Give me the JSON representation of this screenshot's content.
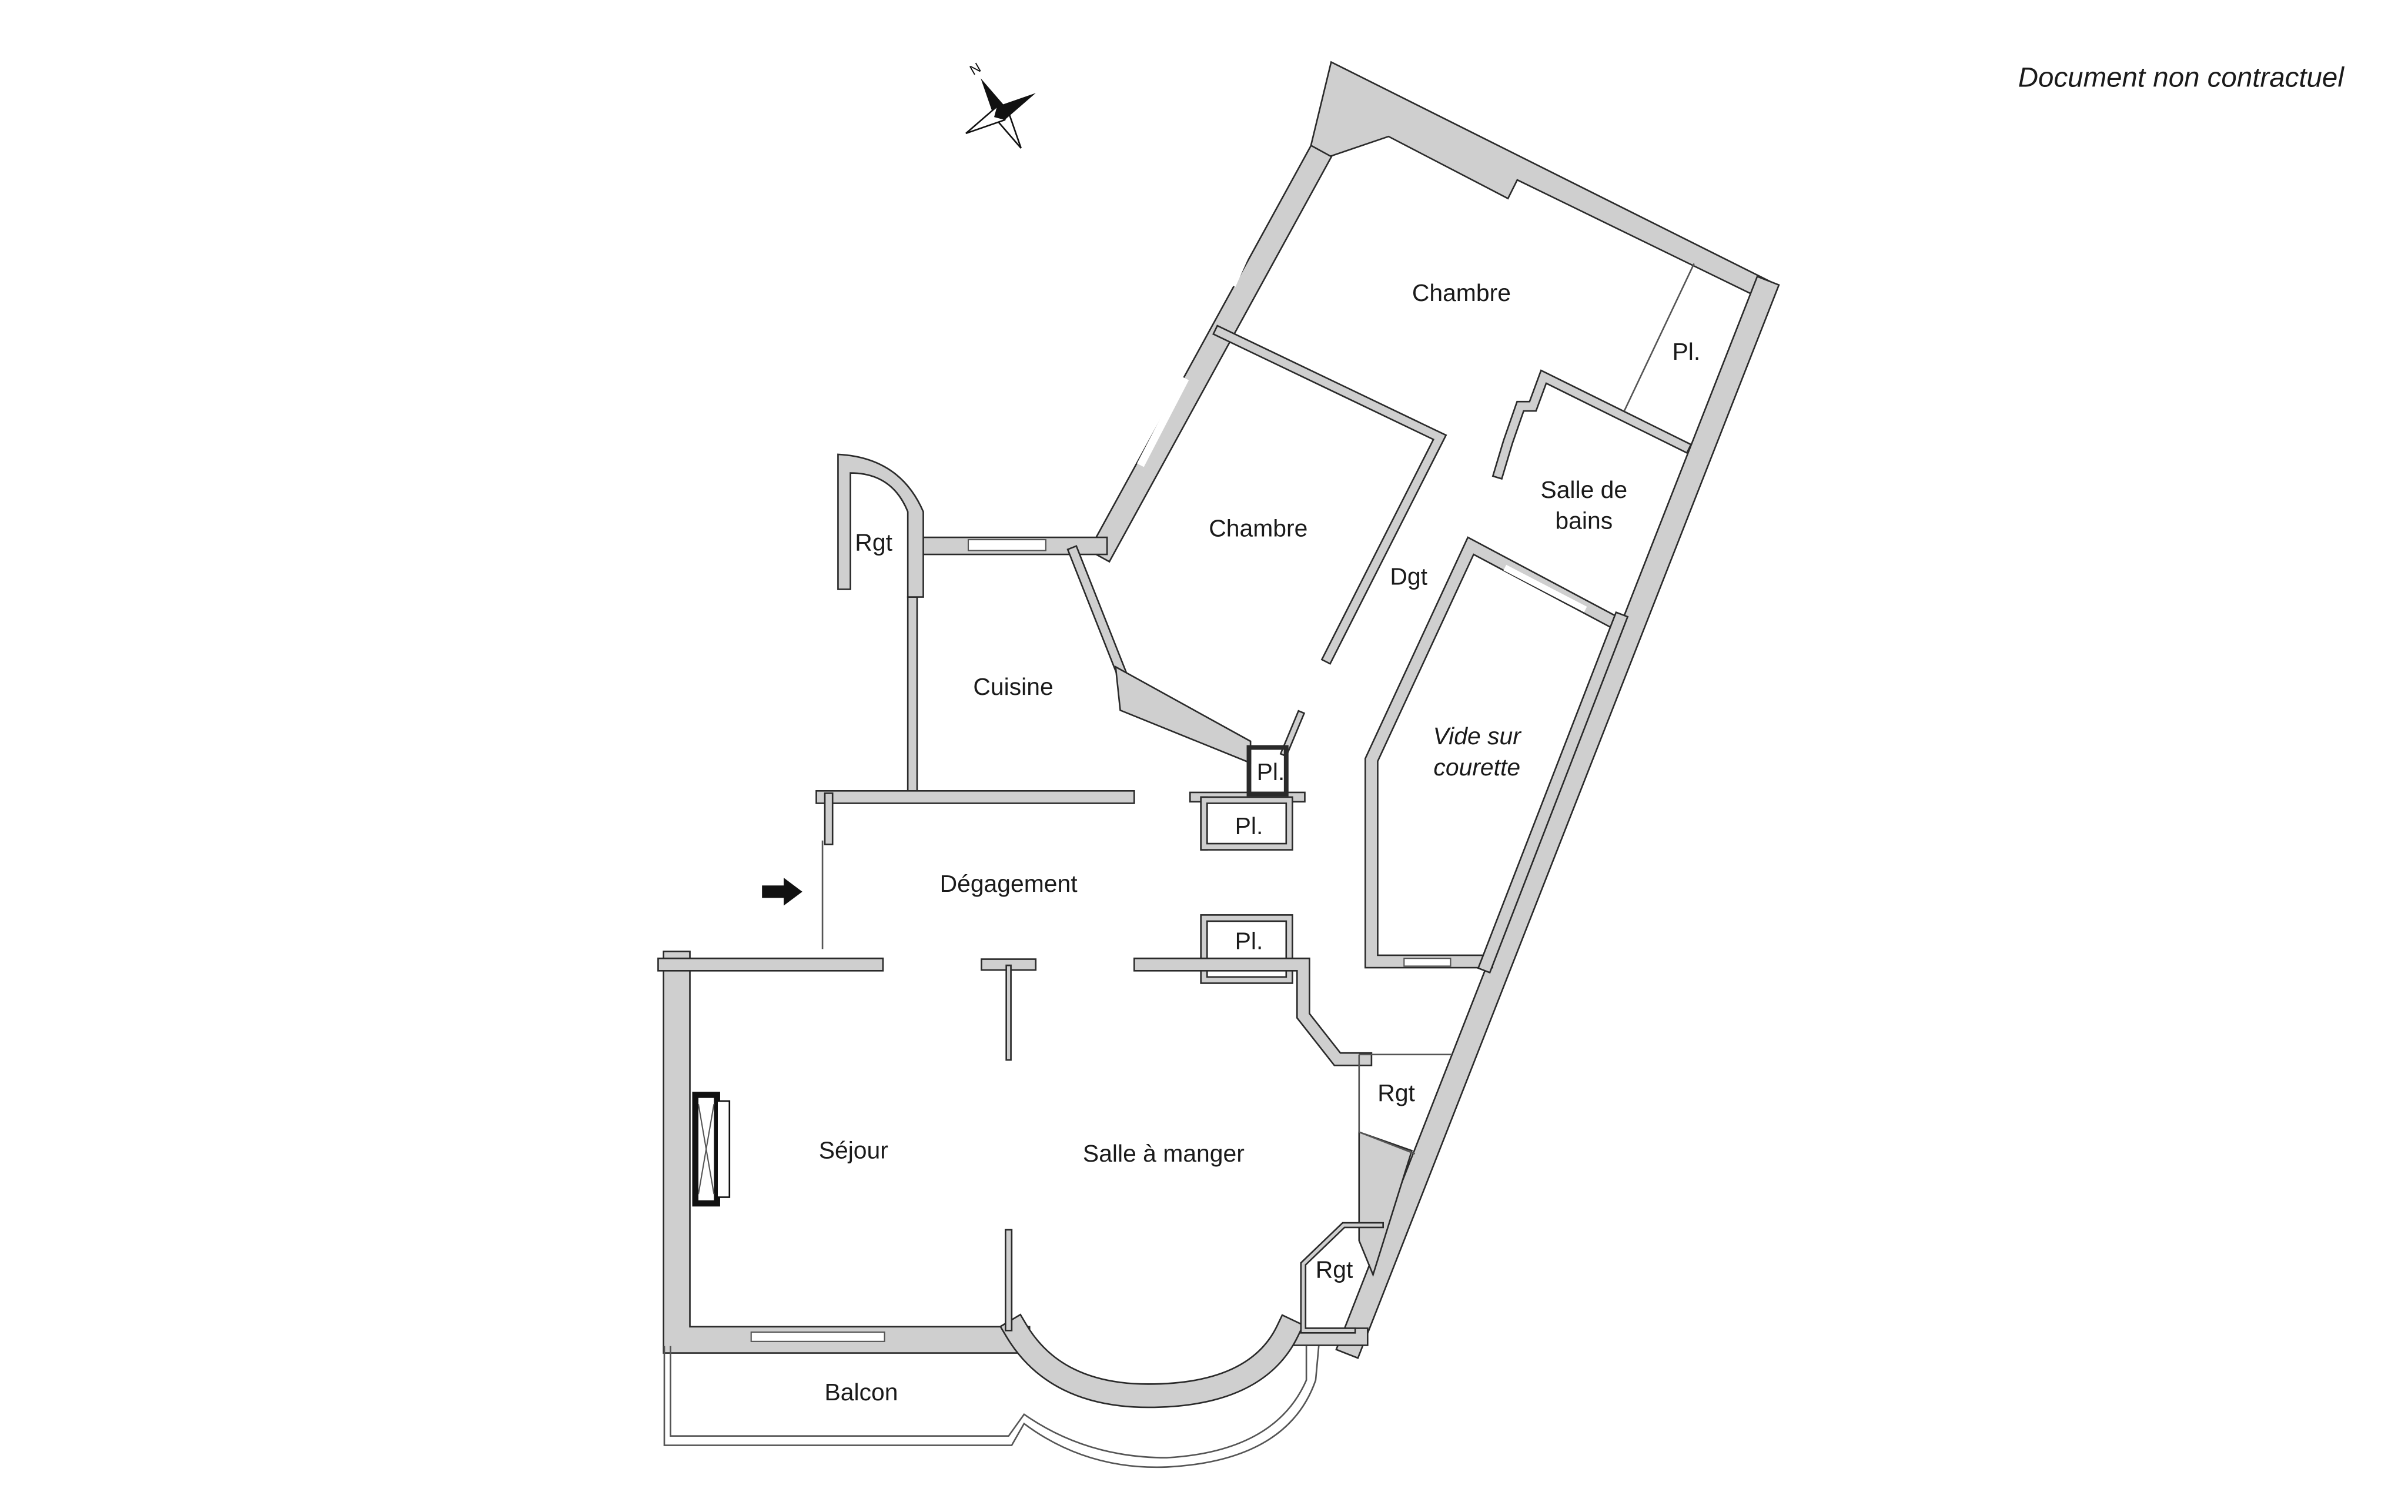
{
  "notice": "Document non contractuel",
  "compass": {
    "north_label": "N",
    "icon": "compass-rose-icon"
  },
  "entrance": {
    "icon": "entrance-arrow-icon"
  },
  "rooms": {
    "chambre_1": "Chambre",
    "placard_chambre": "Pl.",
    "salle_de_bains_line1": "Salle de",
    "salle_de_bains_line2": "bains",
    "chambre_2": "Chambre",
    "dgt": "Dgt",
    "rgt_cuisine": "Rgt",
    "cuisine": "Cuisine",
    "vide_line1": "Vide sur",
    "vide_line2": "courette",
    "pl_1": "Pl.",
    "pl_2": "Pl.",
    "degagement": "Dégagement",
    "pl_3": "Pl.",
    "rgt_1": "Rgt",
    "sejour": "Séjour",
    "salle_a_manger": "Salle à manger",
    "rgt_2": "Rgt",
    "balcon": "Balcon"
  },
  "colors": {
    "wall": "#cfcfcf",
    "outline": "#2a2a2a"
  }
}
